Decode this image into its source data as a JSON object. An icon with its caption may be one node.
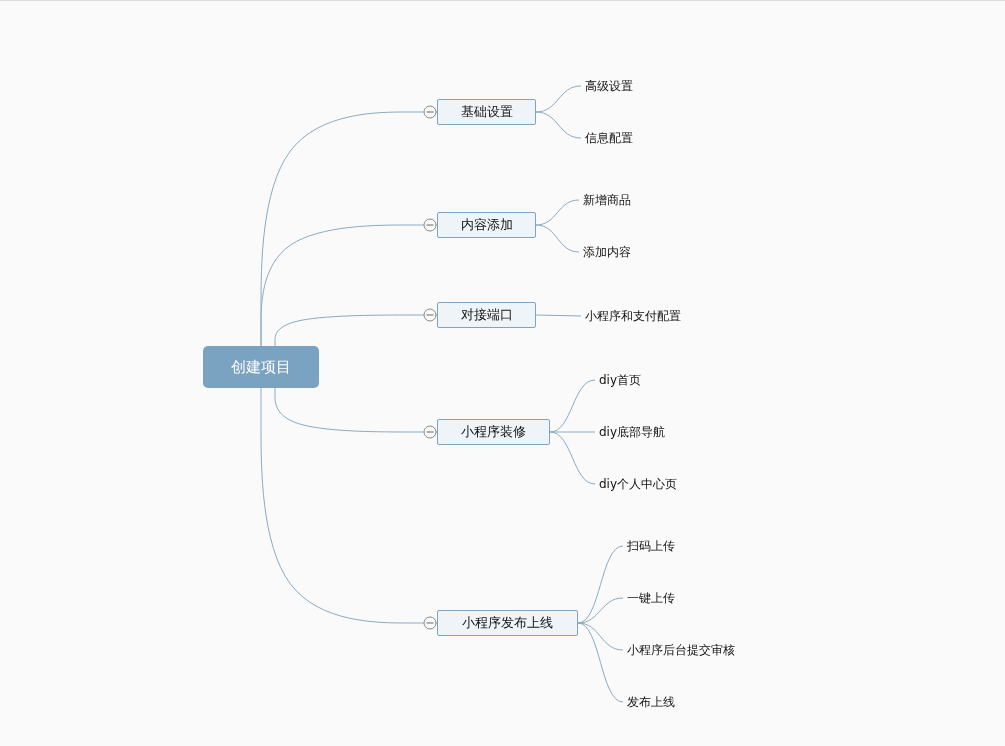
{
  "diagram": {
    "nodes": [
      {
        "text": [
          "创建项目"
        ]
      },
      {
        "text": [
          "基础设置"
        ]
      },
      {
        "text": [
          "高级设置"
        ]
      },
      {
        "text": [
          "信息配置"
        ]
      },
      {
        "text": [
          "内容添加"
        ]
      },
      {
        "text": [
          "新增商品"
        ]
      },
      {
        "text": [
          "添加内容"
        ]
      },
      {
        "text": [
          "对接端口"
        ]
      },
      {
        "text": [
          "小程序和支付配置"
        ]
      },
      {
        "text": [
          "小程序装修"
        ]
      },
      {
        "text": [
          "diy首页"
        ]
      },
      {
        "text": [
          "diy底部导航"
        ]
      },
      {
        "text": [
          "diy个人中心页"
        ]
      },
      {
        "text": [
          "小程序发布上线"
        ]
      },
      {
        "text": [
          "扫码上传"
        ]
      },
      {
        "text": [
          "一键上传"
        ]
      },
      {
        "text": [
          "小程序后台提交审核"
        ]
      },
      {
        "text": [
          "发布上线"
        ]
      }
    ],
    "edges": [
      {
        "from": 0,
        "to": 1,
        "arrow": "none"
      },
      {
        "from": 0,
        "to": 4,
        "arrow": "none"
      },
      {
        "from": 0,
        "to": 7,
        "arrow": "none"
      },
      {
        "from": 0,
        "to": 9,
        "arrow": "none"
      },
      {
        "from": 0,
        "to": 13,
        "arrow": "none"
      },
      {
        "from": 1,
        "to": 2,
        "arrow": "none"
      },
      {
        "from": 1,
        "to": 3,
        "arrow": "none"
      },
      {
        "from": 4,
        "to": 5,
        "arrow": "none"
      },
      {
        "from": 4,
        "to": 6,
        "arrow": "none"
      },
      {
        "from": 7,
        "to": 8,
        "arrow": "none"
      },
      {
        "from": 9,
        "to": 10,
        "arrow": "none"
      },
      {
        "from": 9,
        "to": 11,
        "arrow": "none"
      },
      {
        "from": 9,
        "to": 12,
        "arrow": "none"
      },
      {
        "from": 13,
        "to": 14,
        "arrow": "none"
      },
      {
        "from": 13,
        "to": 15,
        "arrow": "none"
      },
      {
        "from": 13,
        "to": 16,
        "arrow": "none"
      },
      {
        "from": 13,
        "to": 17,
        "arrow": "none"
      }
    ]
  }
}
